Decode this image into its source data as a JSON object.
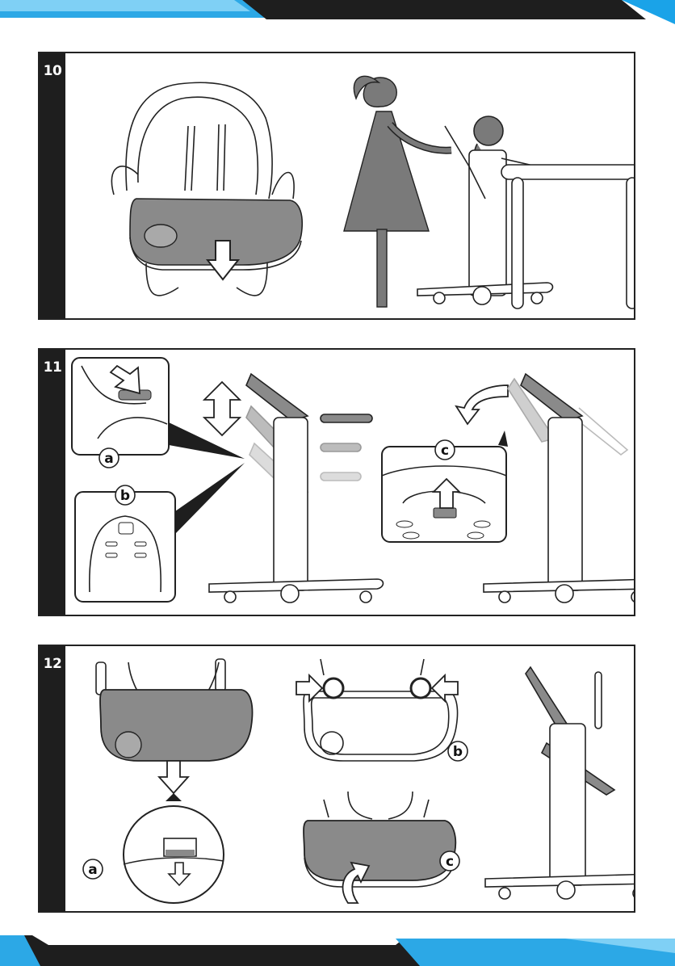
{
  "steps": [
    {
      "number": "10"
    },
    {
      "number": "11",
      "callouts": [
        "a",
        "b",
        "c"
      ]
    },
    {
      "number": "12",
      "callouts": [
        "a",
        "b",
        "c"
      ]
    }
  ],
  "colors": {
    "accent": "#1aa3e8",
    "dark": "#1e1e1e",
    "tray": "#8a8a8a",
    "figure": "#7a7a7a"
  }
}
